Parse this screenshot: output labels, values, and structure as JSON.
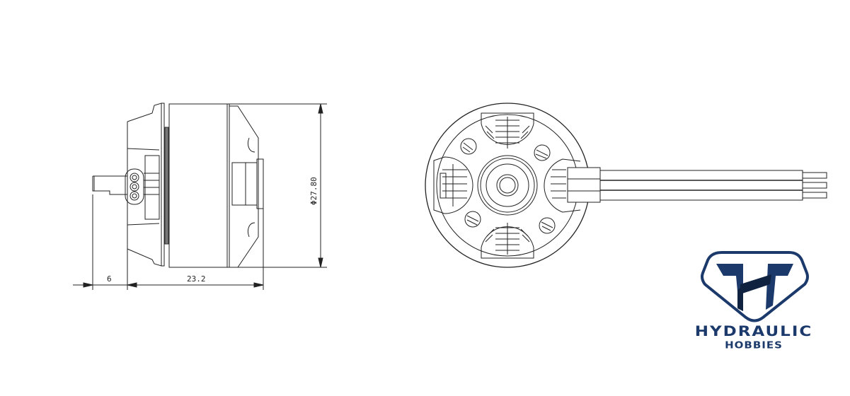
{
  "drawing": {
    "side_view": {
      "label": "motor-side-view",
      "dimensions": {
        "shaft_length": "6",
        "body_length": "23.2",
        "diameter": "Φ27.80"
      }
    },
    "front_view": {
      "label": "motor-front-view",
      "lead_count": 3
    }
  },
  "logo": {
    "brand_line1": "HYDRAULIC",
    "brand_line2": "HOBBIES",
    "colors": {
      "primary": "#1b3a6b",
      "dark": "#0f2340"
    }
  }
}
